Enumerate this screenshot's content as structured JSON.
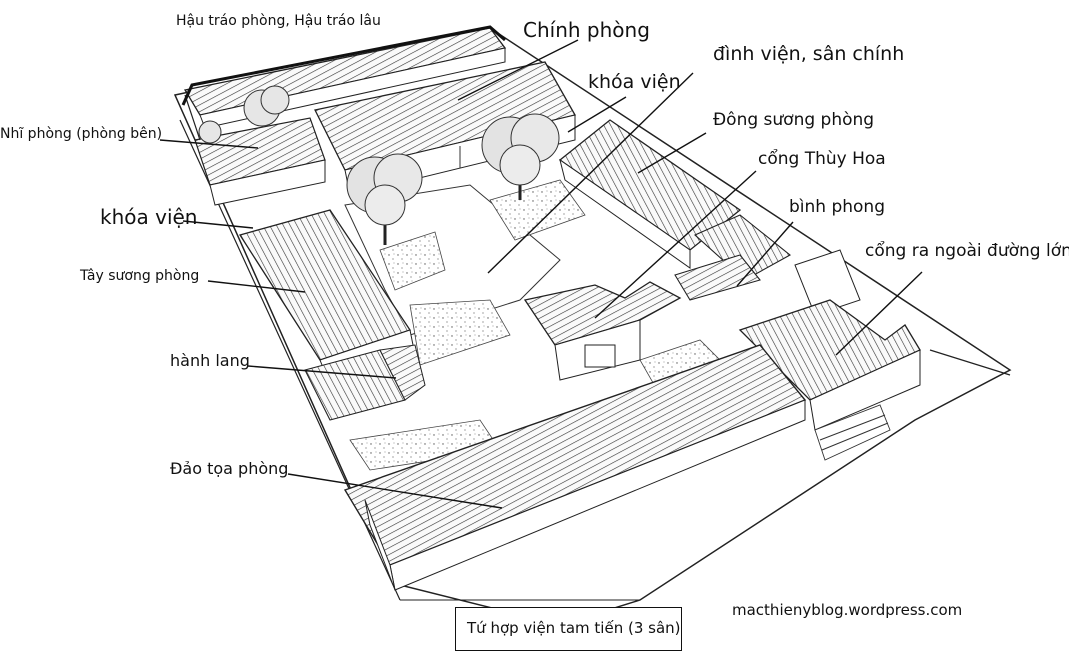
{
  "labels": {
    "hau_trao": "Hậu tráo phòng, Hậu tráo lâu",
    "chinh_phong": "Chính phòng",
    "dinh_vien": "đình viện, sân chính",
    "khoa_vien_right": "khóa viện",
    "nhi_phong": "Nhĩ phòng (phòng bên)",
    "dong_suong": "Đông sương phòng",
    "cong_thuy_hoa": "cổng Thùy Hoa",
    "khoa_vien_left": "khóa viện",
    "binh_phong": "bình phong",
    "tay_suong": "Tây sương phòng",
    "cong_ra": "cổng ra ngoài đường lớn",
    "hanh_lang": "hành lang",
    "dao_toa": "Đảo tọa phòng"
  },
  "caption": "Tứ hợp viện tam tiến (3 sân)",
  "credit": "macthienyblog.wordpress.com"
}
